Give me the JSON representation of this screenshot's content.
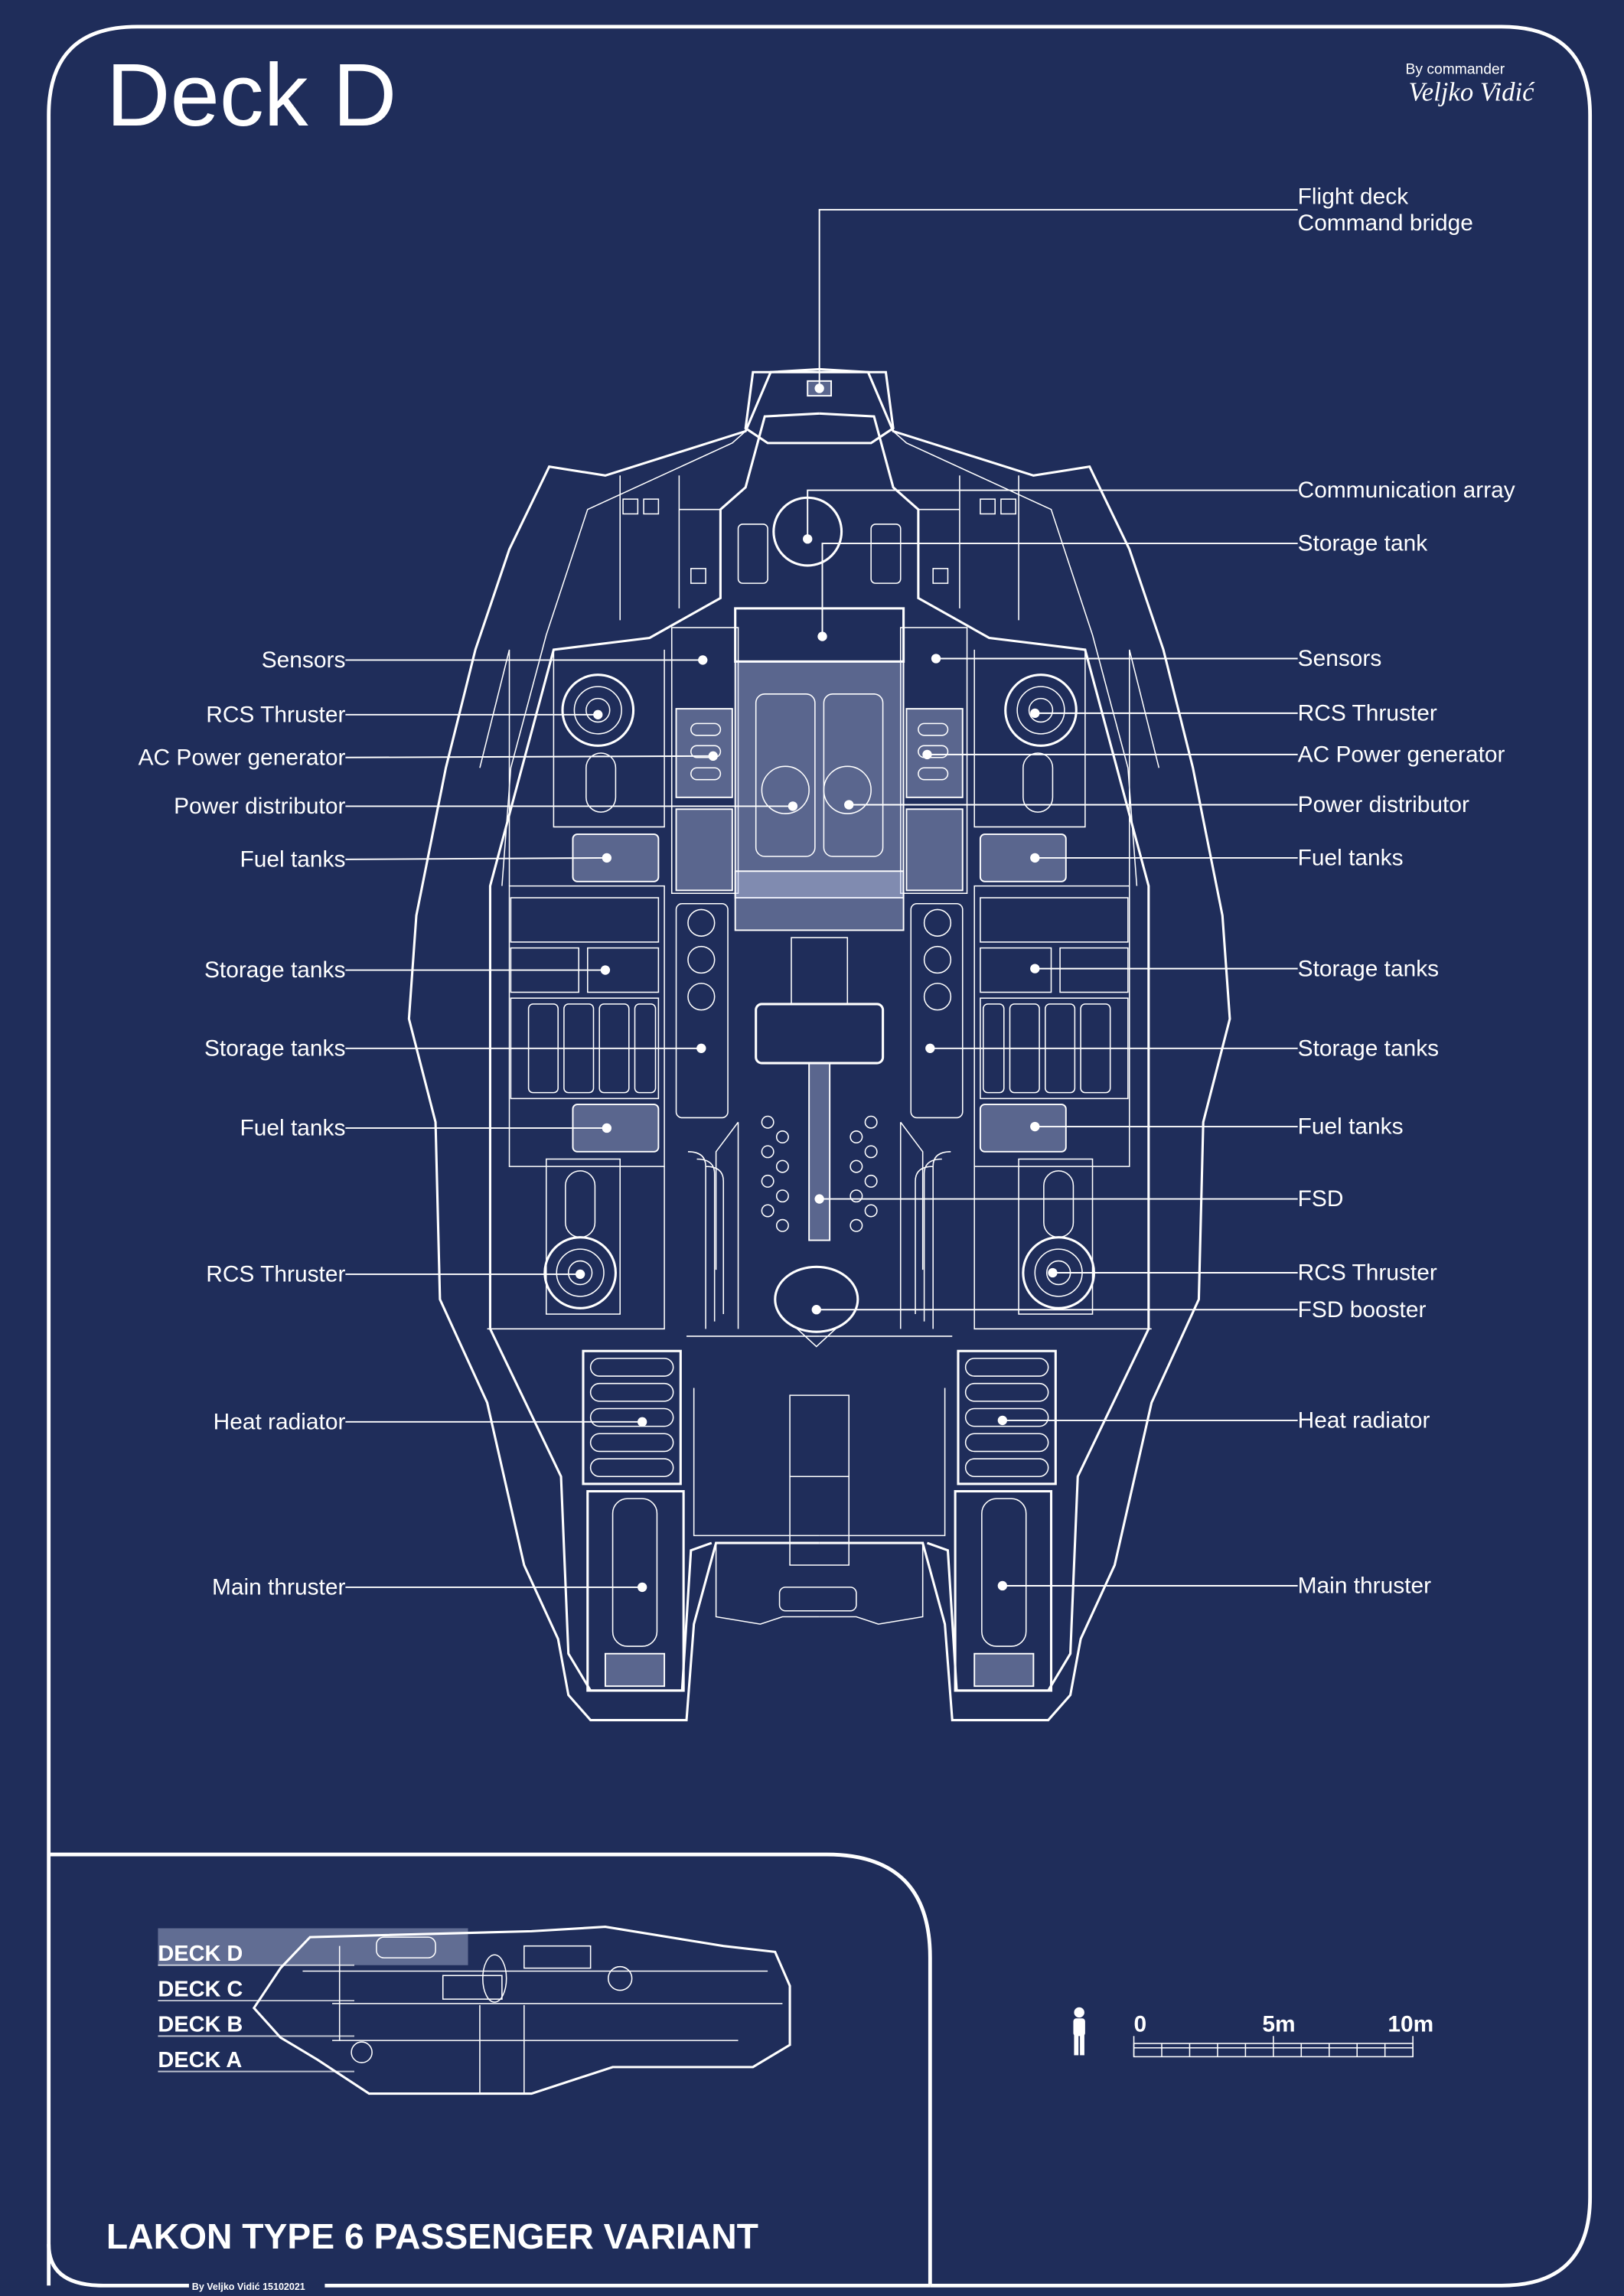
{
  "header": {
    "title": "Deck D",
    "byline": "By commander",
    "signature": "Veljko Vidić"
  },
  "callouts": {
    "left": [
      "Sensors",
      "RCS Thruster",
      "AC Power generator",
      "Power distributor",
      "Fuel tanks",
      "Storage tanks",
      "Storage tanks",
      "Fuel tanks",
      "RCS Thruster",
      "Heat radiator",
      "Main thruster"
    ],
    "right": [
      "Flight deck",
      "Command bridge",
      "Communication array",
      "Storage tank",
      "Sensors",
      "RCS Thruster",
      "AC Power generator",
      "Power distributor",
      "Fuel tanks",
      "Storage tanks",
      "Storage tanks",
      "Fuel tanks",
      "FSD",
      "RCS Thruster",
      "FSD booster",
      "Heat radiator",
      "Main thruster"
    ]
  },
  "deck_selector": {
    "decks": [
      "DECK D",
      "DECK C",
      "DECK B",
      "DECK A"
    ],
    "selected": "DECK D"
  },
  "scale_bar": {
    "labels": [
      "0",
      "5m",
      "10m"
    ]
  },
  "footer": {
    "ship_name": "LAKON TYPE 6 PASSENGER VARIANT",
    "credit": "By Veljko Vidić 15102021"
  },
  "colors": {
    "background": "#1f2d5a",
    "line": "#ffffff"
  }
}
